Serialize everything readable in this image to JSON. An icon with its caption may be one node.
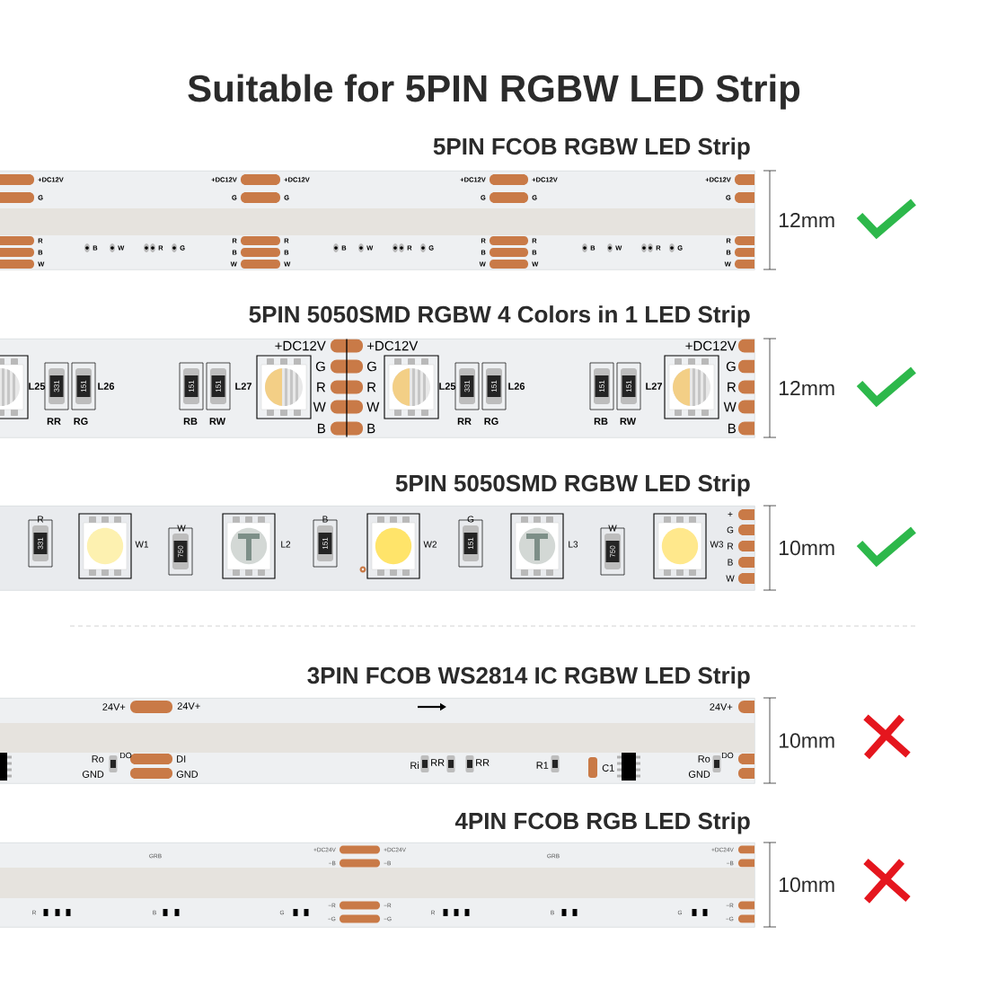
{
  "diagram": {
    "title": "Suitable for 5PIN RGBW LED Strip",
    "nodes": [
      {
        "text": [
          "5PIN FCOB RGBW LED Strip"
        ]
      },
      {
        "text": [
          "5PIN 5050SMD RGBW 4 Colors in 1 LED Strip"
        ]
      },
      {
        "text": [
          "5PIN 5050SMD RGBW LED Strip"
        ]
      },
      {
        "text": [
          "3PIN FCOB WS2814 IC RGBW LED Strip"
        ]
      },
      {
        "text": [
          "4PIN FCOB RGB LED Strip"
        ]
      }
    ],
    "labels": [
      "+DC12V",
      "G",
      "R",
      "B",
      "W",
      "B",
      "W",
      "R",
      "G",
      "+DC12V",
      "G",
      "R",
      "B",
      "W",
      "+DC12V",
      "G",
      "R",
      "B",
      "W",
      "B",
      "W",
      "R",
      "G",
      "+DC12V",
      "G",
      "R",
      "B",
      "W",
      "+DC12V",
      "G",
      "R",
      "B",
      "W",
      "B",
      "W",
      "R",
      "G",
      "+DC12V",
      "G",
      "R",
      "B",
      "W",
      "12mm",
      "+DC12V",
      "G",
      "R",
      "W",
      "B",
      "+DC12V",
      "G",
      "R",
      "W",
      "B",
      "+DC12V",
      "G",
      "R",
      "W",
      "B",
      "L25",
      "331",
      "151",
      "L26",
      "151",
      "151",
      "L27",
      "RR",
      "RG",
      "RB",
      "RW",
      "L25",
      "331",
      "151",
      "L26",
      "151",
      "151",
      "L27",
      "RR",
      "RG",
      "RB",
      "RW",
      "12mm",
      "R",
      "331",
      "W1",
      "W",
      "750",
      "L2",
      "B",
      "151",
      "W2",
      "G",
      "151",
      "L3",
      "W",
      "750",
      "W3",
      "+",
      "G",
      "R",
      "B",
      "W",
      "10mm",
      "24V+",
      "24V+",
      "Ro",
      "DO",
      "GND",
      "DI",
      "GND",
      "Ri",
      "RR",
      "RR",
      "R1",
      "C1",
      "24V+",
      "Ro",
      "DO",
      "GND",
      "10mm",
      "GRB",
      "+DC24V",
      "+DC24V",
      "−B",
      "−B",
      "GRB",
      "+DC24V",
      "−B",
      "R",
      "B",
      "G",
      "−R",
      "−R",
      "−G",
      "−G",
      "R",
      "B",
      "G",
      "−R",
      "−G",
      "10mm"
    ]
  }
}
